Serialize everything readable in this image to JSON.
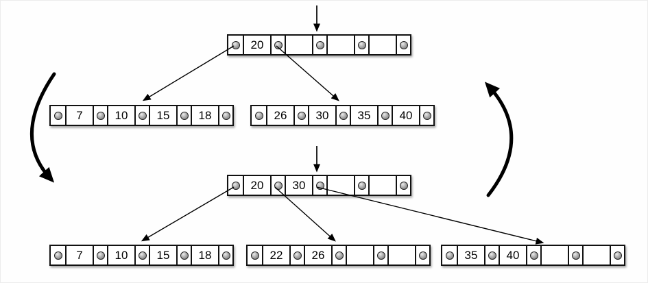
{
  "diagram": {
    "description": "B-tree insertion causing a leaf split: root with key 20 and two leaves becomes root with keys 20 and 30 and three leaves",
    "colors": {
      "stroke": "#000000",
      "node_fill": "#ffffff",
      "pointer_dot": "#8a8a8a",
      "background": "#fefefe"
    },
    "nodes": {
      "root_before": {
        "keys": [
          "20",
          "",
          "",
          ""
        ]
      },
      "left_leaf_before": {
        "keys": [
          "7",
          "10",
          "15",
          "18"
        ]
      },
      "right_leaf_before": {
        "keys": [
          "26",
          "30",
          "35",
          "40"
        ]
      },
      "root_after": {
        "keys": [
          "20",
          "30",
          "",
          ""
        ]
      },
      "left_leaf_after": {
        "keys": [
          "7",
          "10",
          "15",
          "18"
        ]
      },
      "middle_leaf_after": {
        "keys": [
          "22",
          "26",
          "",
          ""
        ]
      },
      "right_leaf_after": {
        "keys": [
          "35",
          "40",
          "",
          ""
        ]
      }
    }
  }
}
